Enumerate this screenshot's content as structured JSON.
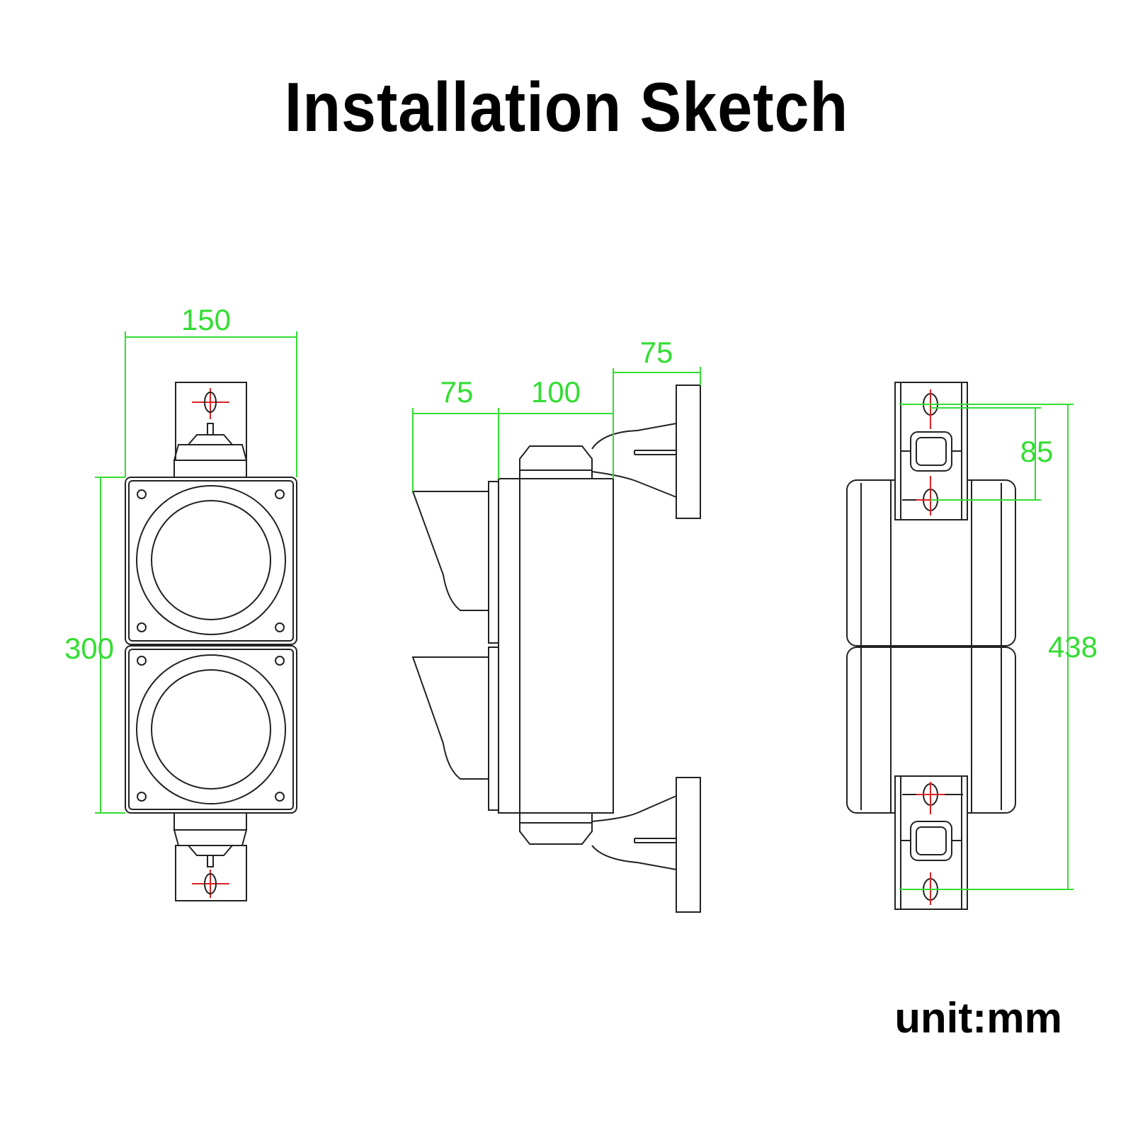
{
  "title": "Installation Sketch",
  "unit_label": "unit:mm",
  "colors": {
    "line": "#222222",
    "dimension": "#33dd33",
    "center_mark": "#dd2222",
    "background": "#ffffff"
  },
  "dimensions": {
    "front_width": "150",
    "front_height": "300",
    "side_visor": "75",
    "side_body": "100",
    "side_bracket": "75",
    "rear_bracket_spacing": "85",
    "rear_total_height": "438"
  }
}
